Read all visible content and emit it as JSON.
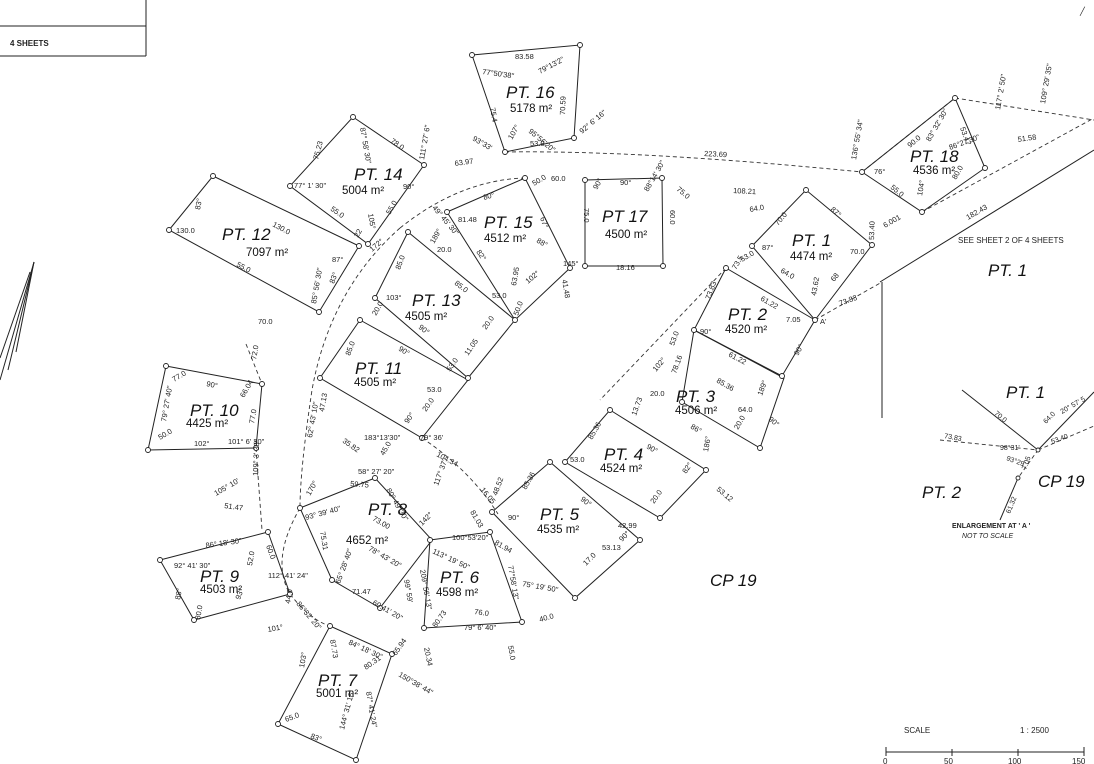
{
  "sheet_label": "4 SHEETS",
  "see_sheet_note": "SEE SHEET 2 OF 4 SHEETS",
  "scale": {
    "label": "SCALE",
    "ratio": "1 : 2500",
    "ticks": [
      "0",
      "50",
      "100",
      "150"
    ]
  },
  "cp_label": "CP 19",
  "east_lot_label": "PT. 1",
  "enlargement": {
    "title": "ENLARGEMENT AT ' A '",
    "subtitle": "NOT TO SCALE",
    "pt1": "PT. 1",
    "pt2": "PT. 2",
    "cp": "CP 19",
    "dims": [
      "70.0",
      "64.0",
      "73.83",
      "98°31'",
      "93°29'",
      "7.05",
      "53.40",
      "61.32",
      "20° 57' 5"
    ]
  },
  "point_a": "A'",
  "lots": [
    {
      "name": "PT. 1",
      "area": "4474 m²"
    },
    {
      "name": "PT. 2",
      "area": "4520 m²"
    },
    {
      "name": "PT. 3",
      "area": "4506 m²"
    },
    {
      "name": "PT. 4",
      "area": "4524 m²"
    },
    {
      "name": "PT. 5",
      "area": "4535 m²"
    },
    {
      "name": "PT. 6",
      "area": "4598 m²"
    },
    {
      "name": "PT. 7",
      "area": "5001 m²"
    },
    {
      "name": "PT. 8",
      "area": "4652 m²"
    },
    {
      "name": "PT. 9",
      "area": "4503 m²"
    },
    {
      "name": "PT. 10",
      "area": "4425 m²"
    },
    {
      "name": "PT. 11",
      "area": "4505 m²"
    },
    {
      "name": "PT. 12",
      "area": "7097 m²"
    },
    {
      "name": "PT. 13",
      "area": "4505 m²"
    },
    {
      "name": "PT. 14",
      "area": "5004 m²"
    },
    {
      "name": "PT. 15",
      "area": "4512 m²"
    },
    {
      "name": "PT. 16",
      "area": "5178 m²"
    },
    {
      "name": "PT 17",
      "area": "4500 m²"
    },
    {
      "name": "PT. 18",
      "area": "4536 m²"
    }
  ],
  "dimensions": [
    "83.58",
    "77°50'38\"",
    "79°13'2\"",
    "75.4",
    "70.59",
    "107°",
    "95°56'20\"",
    "53.0",
    "93°33'",
    "92° 6' 16\"",
    "223.69",
    "108.21",
    "51.58",
    "117° 2' 50\"",
    "109° 29' 35\"",
    "136° 55' 34\"",
    "182.43",
    "90.0",
    "83° 32' 30\"",
    "53.47",
    "86°27'30\"",
    "76°",
    "104°",
    "55.0",
    "80.0",
    "75.23",
    "87° 58' 30\"",
    "78.0",
    "111° 27' 6\"",
    "63.97",
    "77° 1' 30\"",
    "90°",
    "105°",
    "55.0",
    "22",
    "172°",
    "55.0",
    "83°",
    "130.0",
    "130.0",
    "55.0",
    "83°",
    "87°",
    "85° 56' 30\"",
    "70.0",
    "80°",
    "81.48",
    "67°",
    "50.0",
    "60.0",
    "90°",
    "90°",
    "88°14' 30\"",
    "75.0",
    "75.0",
    "60.0",
    "18.16",
    "145°",
    "41.48",
    "102°",
    "88°",
    "63.95",
    "82°",
    "20.0",
    "189°",
    "49° 45' 30\"",
    "64.0",
    "70.0",
    "87°",
    "87°",
    "70.0",
    "64.0",
    "68",
    "43.62",
    "6.001",
    "53.40",
    "73.83",
    "61.22",
    "73.83",
    "61.22",
    "90°",
    "90°",
    "7.05",
    "73.5",
    "53.0",
    "85.0",
    "85.0",
    "90°",
    "103°",
    "53.0",
    "20.0",
    "11.05",
    "50.0",
    "20.0",
    "53.0",
    "85.0",
    "90°",
    "53.0",
    "20.0",
    "90°",
    "79° 36'",
    "183°13'30\"",
    "35.82",
    "45.0",
    "104.34",
    "62° 43' 10\"",
    "47.13",
    "102°",
    "78.16",
    "85.36",
    "86°",
    "64.0",
    "20.0",
    "189°",
    "90°",
    "20.0",
    "13.73",
    "53.0",
    "85.36",
    "90°",
    "53.0",
    "20.0",
    "82°",
    "186°",
    "53.12",
    "85.36",
    "90°",
    "90°",
    "53.13",
    "17.0",
    "90°",
    "42.99",
    "16.05",
    "48.52",
    "40.0",
    "100°53'20\"",
    "113° 19' 50\"",
    "81.94",
    "77°58' 13\"",
    "75° 19' 50\"",
    "76.0",
    "79° 6' 40\"",
    "80.73",
    "209° 56' 13\"",
    "55.0",
    "84° 18' 30\"",
    "87.73",
    "103°",
    "80.31",
    "87° 41' 24\"",
    "65.0",
    "83°",
    "144° 31' 16\"",
    "150°38' 44\"",
    "20.34",
    "65.94",
    "59.75",
    "80° 49' 30\"",
    "93° 39' 40\"",
    "73.00",
    "75.31",
    "78° 43' 20\"",
    "65° 28' 40\"",
    "71.47",
    "60.41' 20\"",
    "99° 59'",
    "58° 27' 20\"",
    "170°",
    "117° 37'",
    "142°",
    "81.03",
    "86° 18' 30\"",
    "92° 41' 30\"",
    "52.0",
    "60.0",
    "88°",
    "80.0",
    "93°",
    "112° 41' 24\"",
    "101°",
    "44.0",
    "86°32' 20\"",
    "77.0",
    "90°",
    "66.04",
    "79° 27' 40\"",
    "50.0",
    "77.0",
    "102°",
    "101° 6' 30\"",
    "105° 10'",
    "51.47",
    "109° 3' 30\"",
    "72.0"
  ]
}
